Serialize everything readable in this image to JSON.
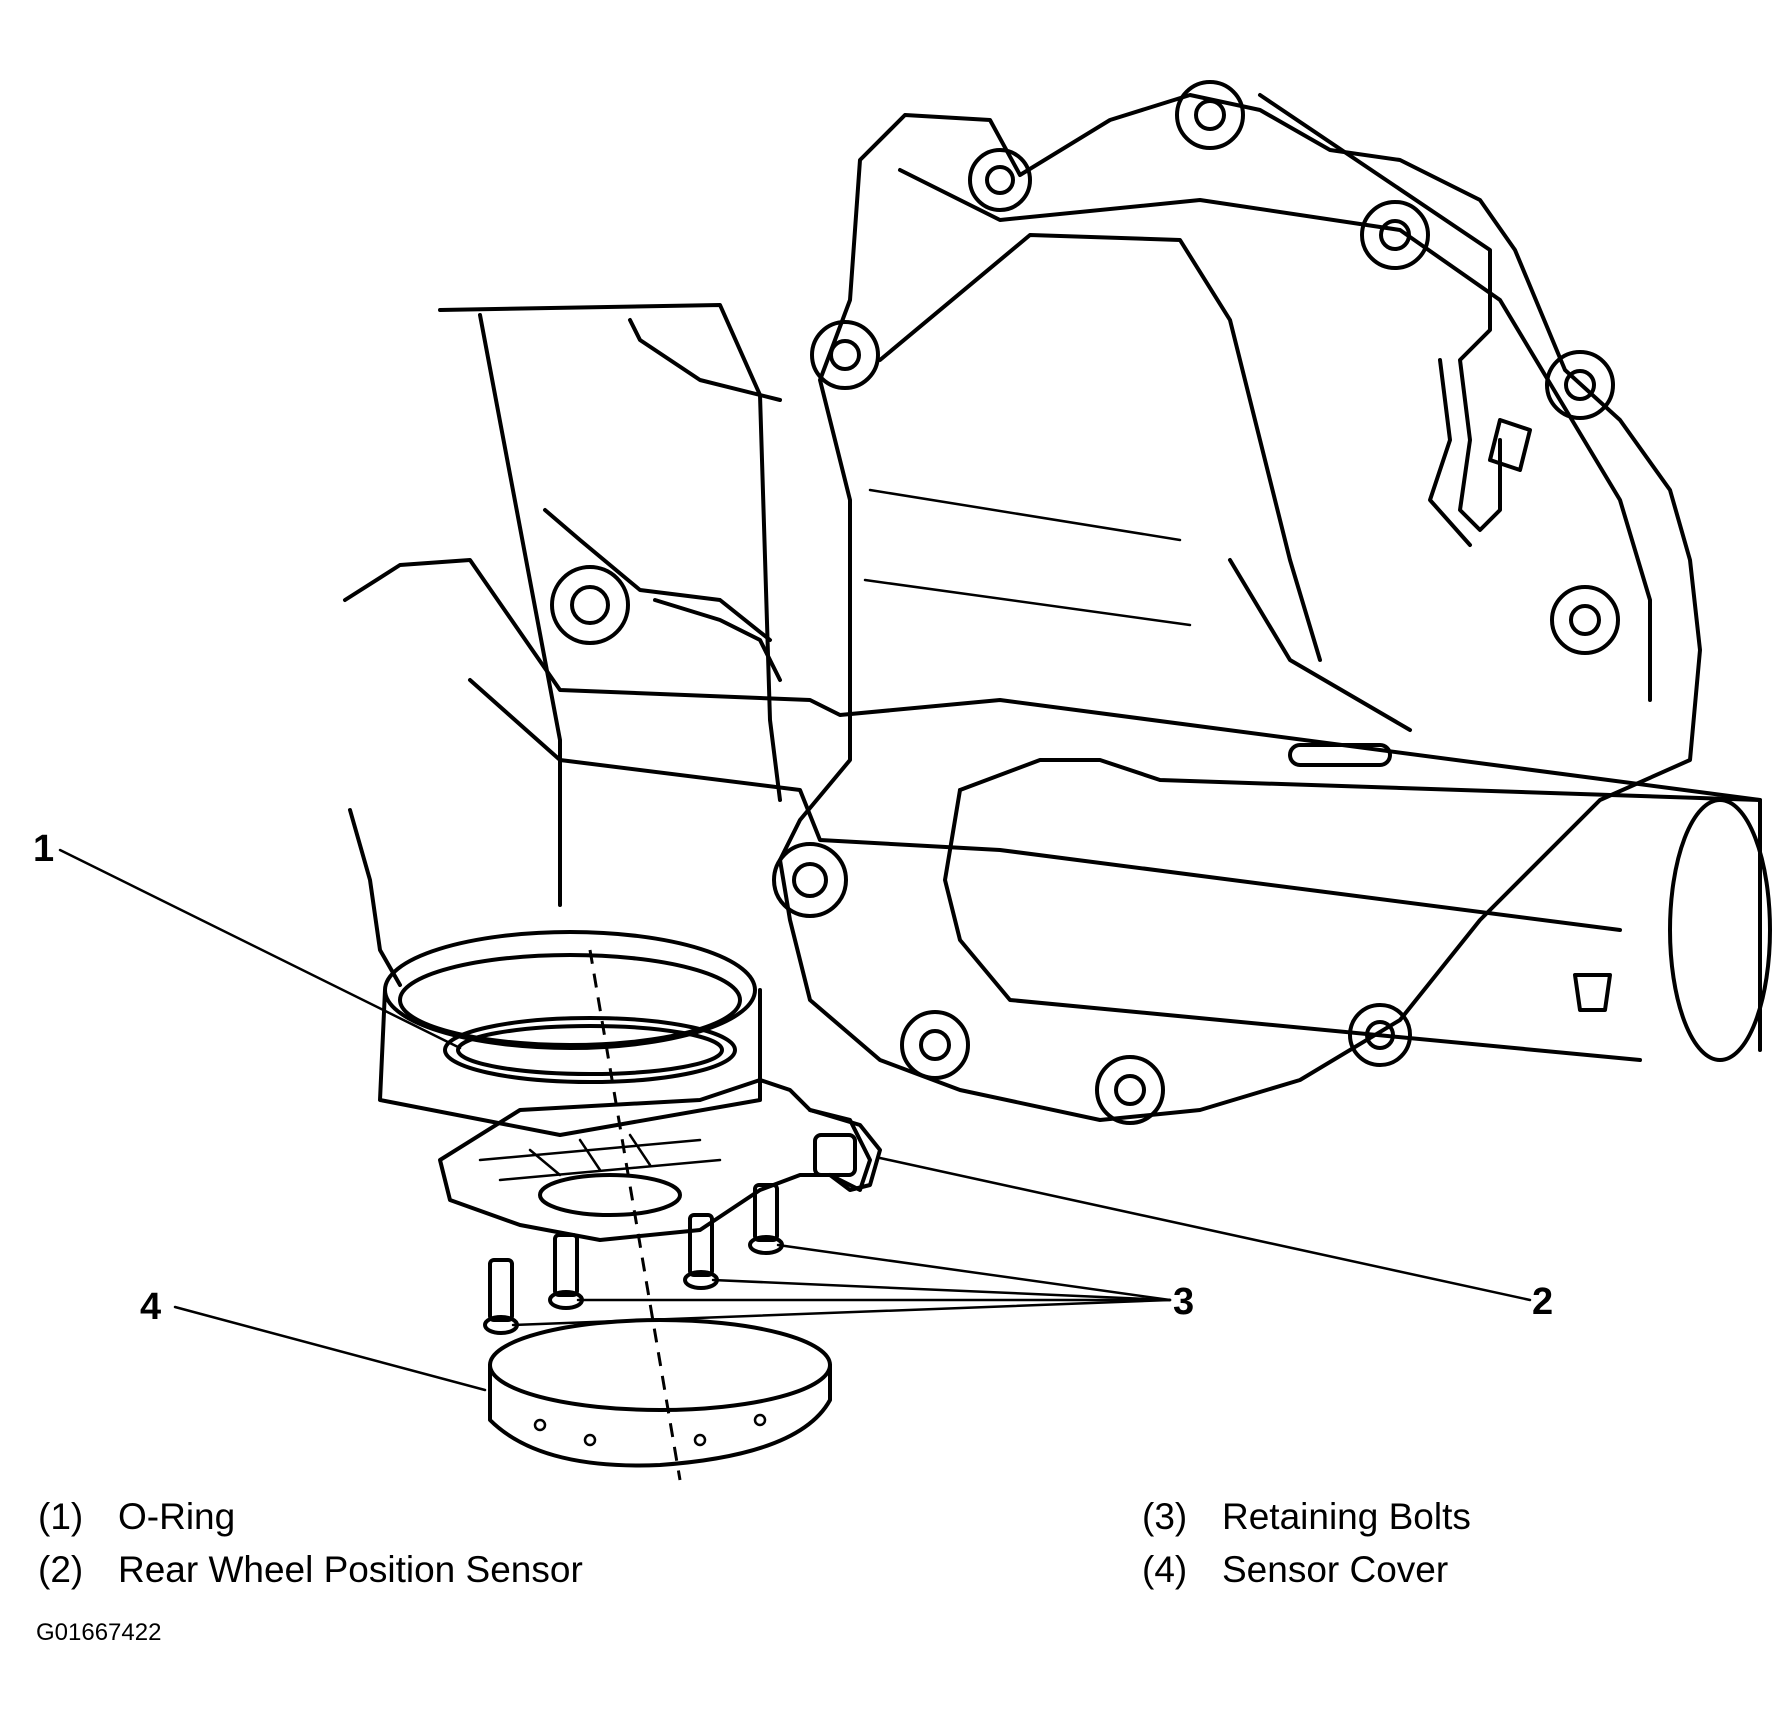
{
  "callouts": [
    {
      "id": "1",
      "label": "1"
    },
    {
      "id": "2",
      "label": "2"
    },
    {
      "id": "3",
      "label": "3"
    },
    {
      "id": "4",
      "label": "4"
    }
  ],
  "legend": [
    {
      "num": "(1)",
      "text": "O-Ring"
    },
    {
      "num": "(2)",
      "text": "Rear Wheel Position Sensor"
    },
    {
      "num": "(3)",
      "text": "Retaining Bolts"
    },
    {
      "num": "(4)",
      "text": "Sensor Cover"
    }
  ],
  "figure_id": "G01667422"
}
